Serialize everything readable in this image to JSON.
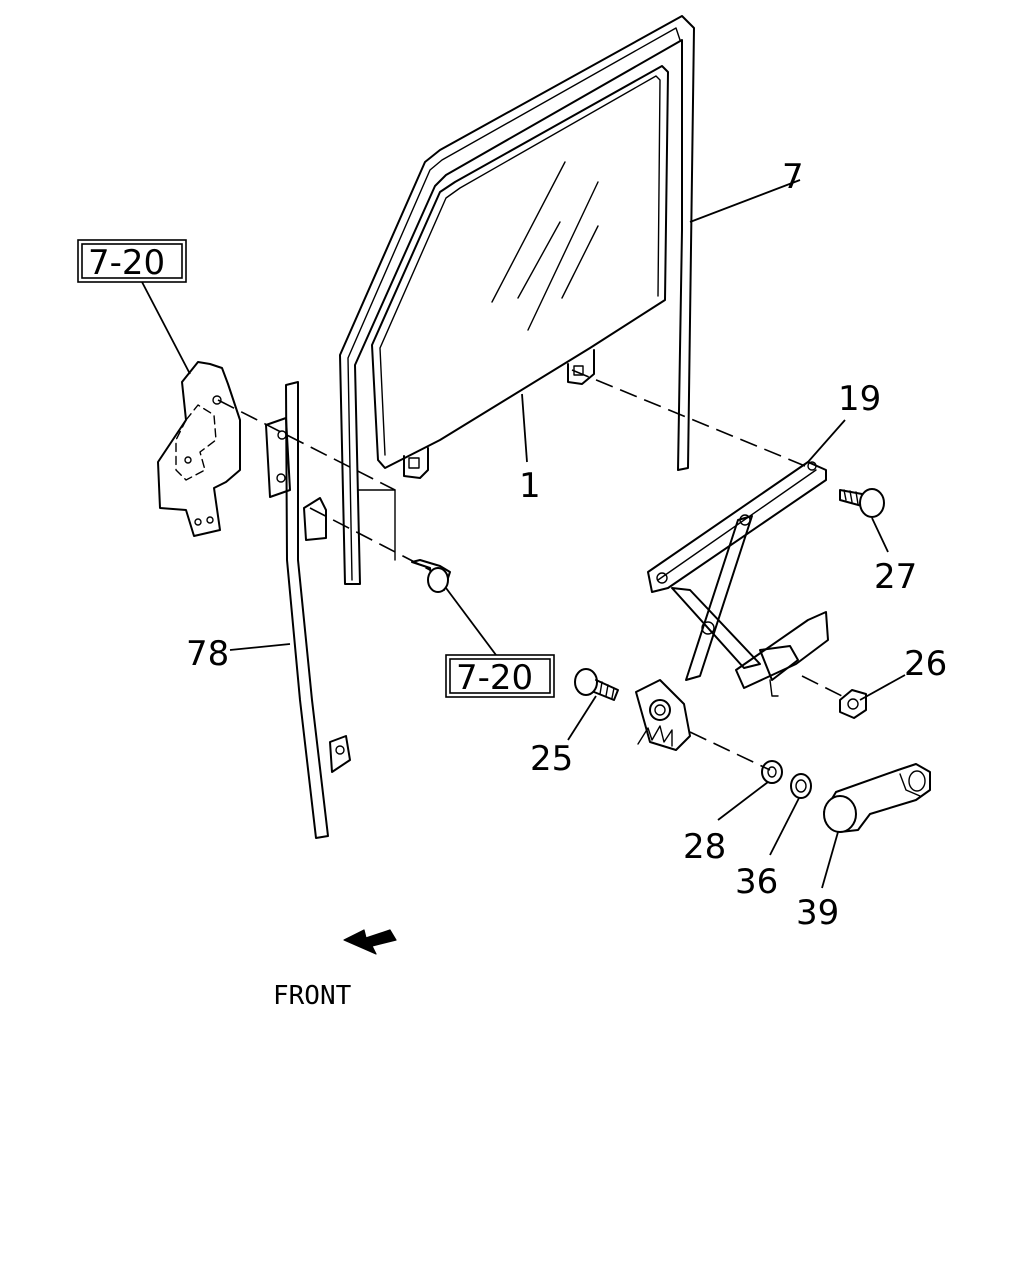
{
  "labels": {
    "glass": "1",
    "run_channel": "7",
    "regulator": "19",
    "bolt_25": "25",
    "nut_26": "26",
    "bolt_27": "27",
    "washer_28": "28",
    "bush_36": "36",
    "handle_39": "39",
    "guide_78": "78"
  },
  "references": {
    "ref_top": "7-20",
    "ref_bottom": "7-20"
  },
  "direction": {
    "front_label": "FRONT"
  }
}
